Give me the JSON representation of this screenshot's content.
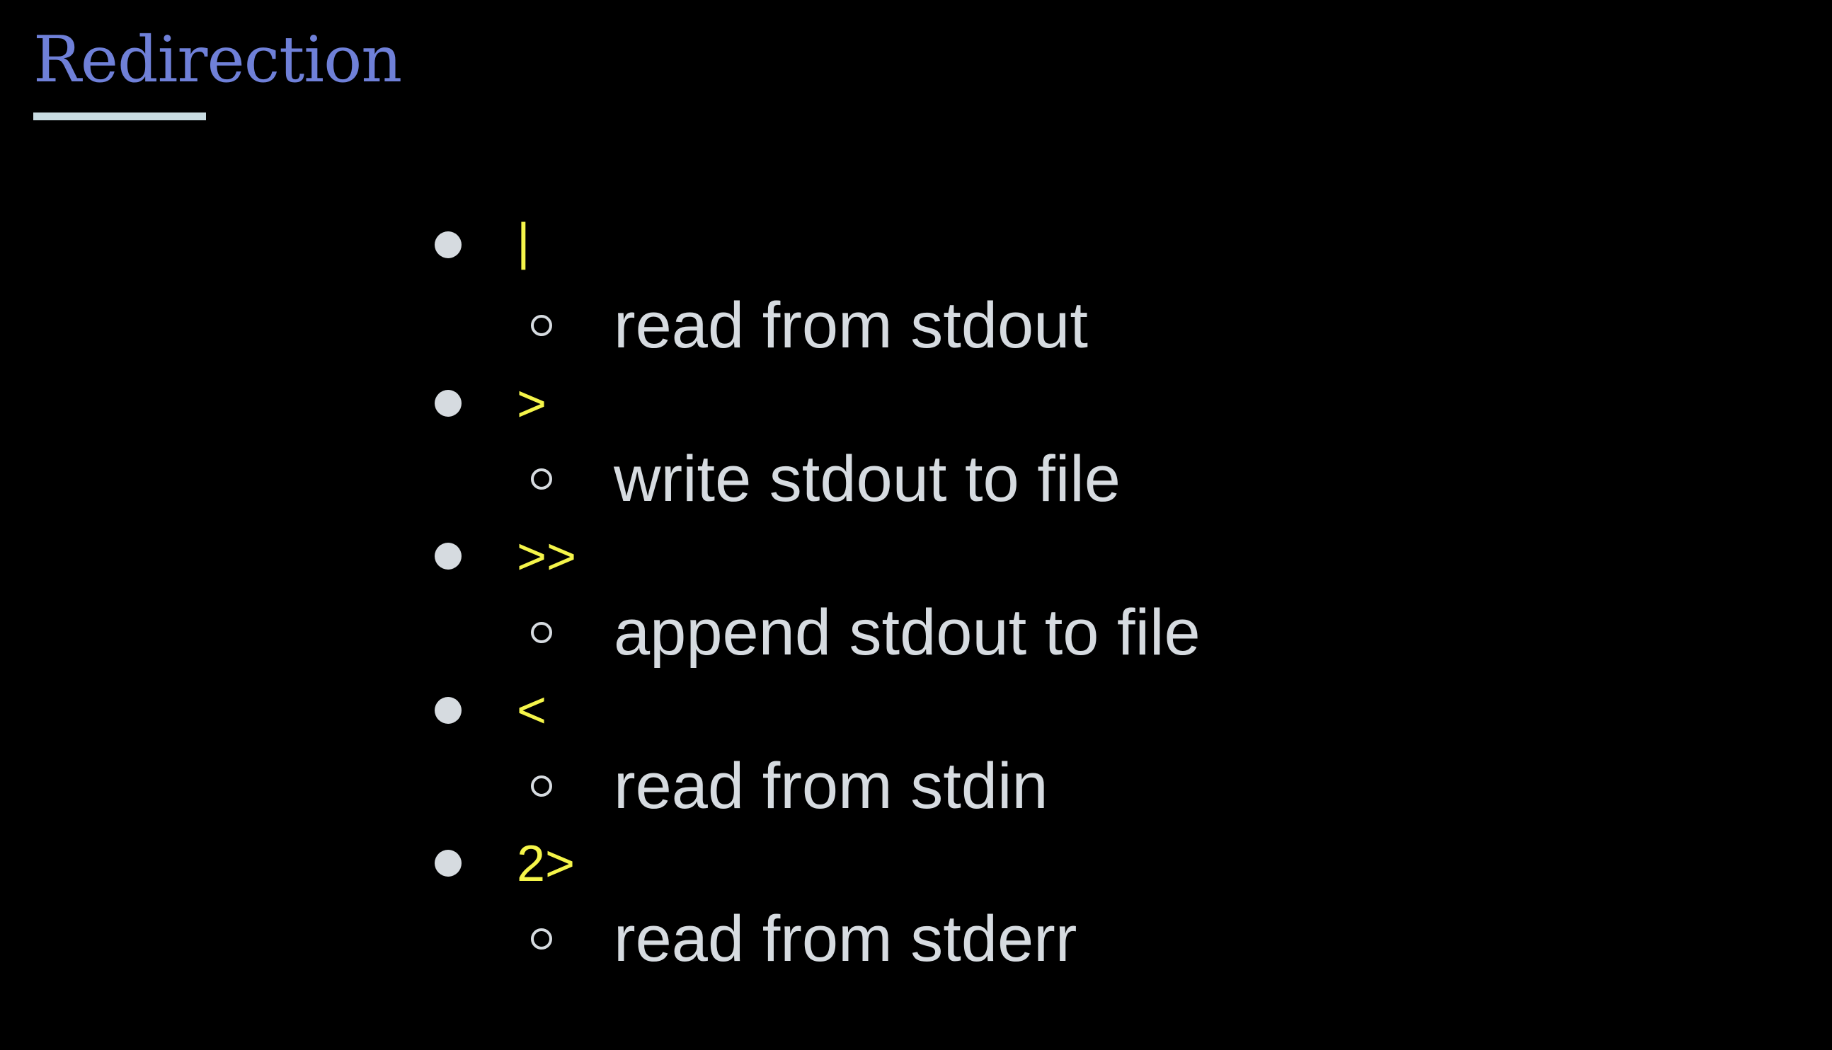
{
  "slide": {
    "title": "Redirection",
    "colors": {
      "background": "#000000",
      "title": "#6f80d8",
      "rule": "#c9dce2",
      "operator": "#f5f54a",
      "text": "#d6dbe0",
      "bullet": "#d6dbe0"
    },
    "items": [
      {
        "operator": "|",
        "description": "read from stdout"
      },
      {
        "operator": ">",
        "description": "write stdout to file"
      },
      {
        "operator": ">>",
        "description": "append stdout to file"
      },
      {
        "operator": "<",
        "description": "read from stdin"
      },
      {
        "operator": "2>",
        "description": "read from stderr"
      }
    ]
  }
}
